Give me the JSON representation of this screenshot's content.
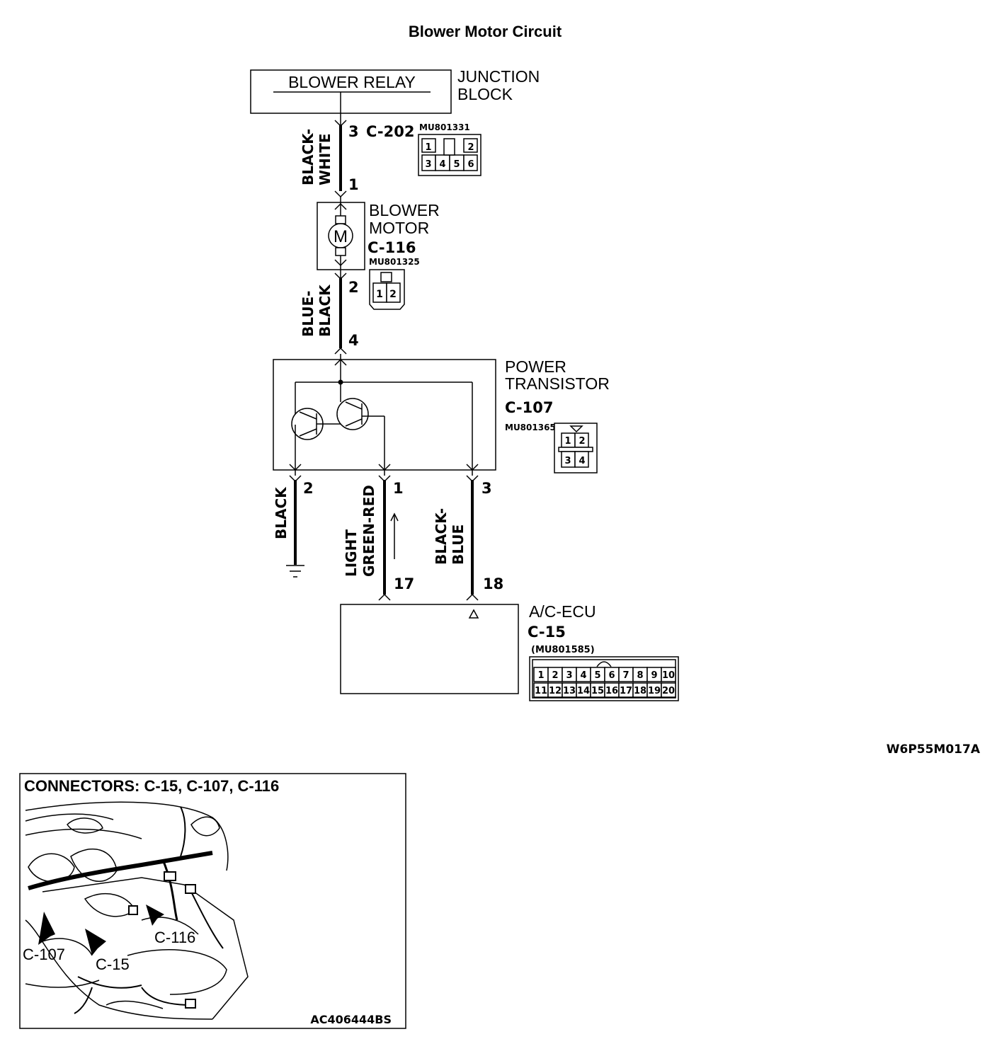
{
  "title": "Blower Motor Circuit",
  "junction_block": {
    "relay_label": "BLOWER RELAY",
    "name_line1": "JUNCTION",
    "name_line2": "BLOCK"
  },
  "c202": {
    "pin_top": "3",
    "connector": "C-202",
    "part_number": "MU801331",
    "pins_row1": [
      "1",
      "2"
    ],
    "pins_row2": [
      "3",
      "4",
      "5",
      "6"
    ],
    "pin_bottom": "1"
  },
  "wire_black_white": {
    "line1": "BLACK-",
    "line2": "WHITE"
  },
  "blower_motor": {
    "name_line1": "BLOWER",
    "name_line2": "MOTOR",
    "connector": "C-116",
    "part_number": "MU801325",
    "motor_symbol": "M",
    "pins": [
      "1",
      "2"
    ],
    "pin_bottom": "2"
  },
  "wire_blue_black": {
    "line1": "BLUE-",
    "line2": "BLACK"
  },
  "power_transistor": {
    "pin_top": "4",
    "name_line1": "POWER",
    "name_line2": "TRANSISTOR",
    "connector": "C-107",
    "part_number": "MU801365",
    "pins_row1": [
      "1",
      "2"
    ],
    "pins_row2": [
      "3",
      "4"
    ],
    "pin_left": "2",
    "pin_middle": "1",
    "pin_right": "3"
  },
  "wire_black": {
    "label": "BLACK"
  },
  "wire_light_green_red": {
    "line1": "LIGHT",
    "line2": "GREEN-RED"
  },
  "wire_black_blue": {
    "line1": "BLACK-",
    "line2": "BLUE"
  },
  "ac_ecu": {
    "pin_17": "17",
    "pin_18": "18",
    "name": "A/C-ECU",
    "connector": "C-15",
    "part_number": "(MU801585)",
    "pins_row1": [
      "1",
      "2",
      "3",
      "4",
      "5",
      "6",
      "7",
      "8",
      "9",
      "10"
    ],
    "pins_row2": [
      "11",
      "12",
      "13",
      "14",
      "15",
      "16",
      "17",
      "18",
      "19",
      "20"
    ]
  },
  "diagram_code": "W6P55M017A",
  "inset": {
    "title": "CONNECTORS: C-15, C-107, C-116",
    "label_c107": "C-107",
    "label_c15": "C-15",
    "label_c116": "C-116",
    "code": "AC406444BS"
  }
}
